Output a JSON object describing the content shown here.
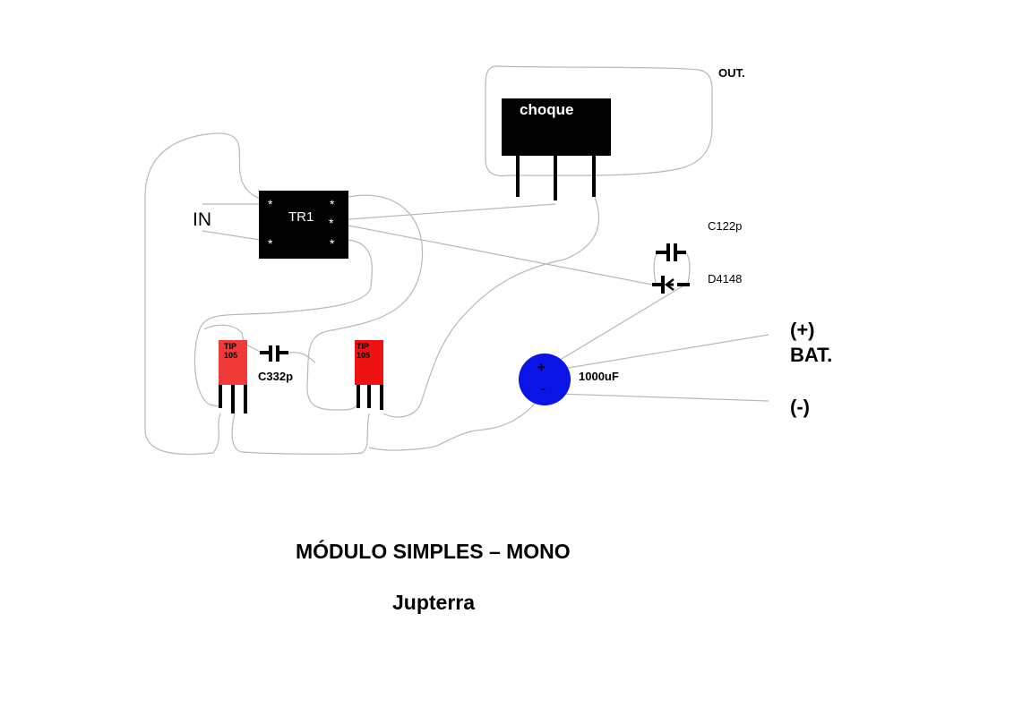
{
  "labels": {
    "out": "OUT.",
    "choque": "choque",
    "in": "IN",
    "tr1": "TR1",
    "c122p": "C122p",
    "d4148": "D4148",
    "bat_plus": "(+)",
    "bat": "BAT.",
    "bat_minus": "(-)",
    "cap_value": "1000uF",
    "cap_plus": "+",
    "cap_minus": "-",
    "c332p": "C332p",
    "tip_left": "TIP 105",
    "tip_right": "TIP 105",
    "star": "*"
  },
  "title": "MÓDULO SIMPLES – MONO",
  "author": "Jupterra",
  "colors": {
    "wire": "#b8b8b8",
    "component": "#000000",
    "transistor_left": "#f03a3a",
    "transistor_right": "#ee1111",
    "capacitor": "#0a14e6"
  }
}
